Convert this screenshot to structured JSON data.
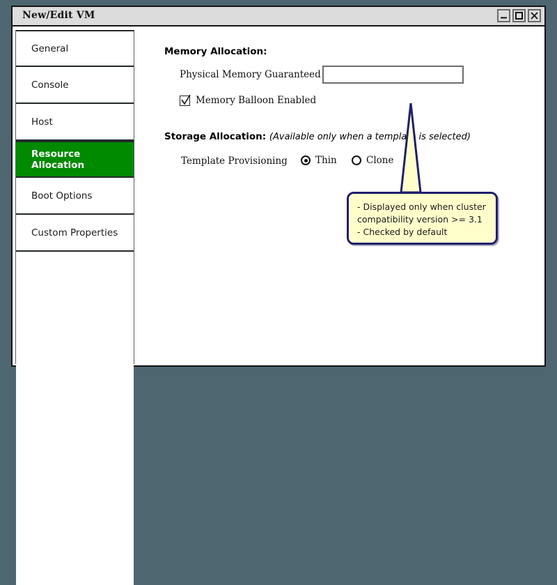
{
  "window": {
    "title": "New/Edit VM",
    "controls": [
      {
        "name": "minimize-button",
        "icon": "minimize-icon",
        "label": "_"
      },
      {
        "name": "maximize-button",
        "icon": "maximize-icon",
        "label": "□"
      },
      {
        "name": "close-button",
        "icon": "close-icon",
        "label": "✕"
      }
    ]
  },
  "sidebar": {
    "items": [
      {
        "label": "General",
        "selected": false
      },
      {
        "label": "Console",
        "selected": false
      },
      {
        "label": "Host",
        "selected": false
      },
      {
        "label": "Resource Allocation",
        "selected": true
      },
      {
        "label": "Boot Options",
        "selected": false
      },
      {
        "label": "Custom Properties",
        "selected": false
      }
    ],
    "selected_color": "#008a00",
    "selected_text_color": "#ffffff"
  },
  "main": {
    "memory_section": {
      "heading": "Memory Allocation:",
      "physical_memory_label": "Physical Memory Guaranteed",
      "physical_memory_value": "",
      "physical_memory_placeholder": "",
      "balloon_checkbox_label": "Memory Balloon Enabled",
      "balloon_checked": true
    },
    "storage_section": {
      "heading": "Storage Allocation:",
      "heading_hint": "(Available only when a template is selected)",
      "provisioning_label": "Template Provisioning",
      "options": [
        {
          "label": "Thin",
          "selected": true
        },
        {
          "label": "Clone",
          "selected": false
        }
      ]
    }
  },
  "callout": {
    "text": "- Displayed only when cluster\ncompatibility version >= 3.1\n- Checked by default",
    "background": "#ffffcc",
    "border_color": "#1f1f6e"
  },
  "colors": {
    "desktop_background": "#4d6670",
    "titlebar": "#dcdcdc",
    "window_border": "#141414"
  }
}
